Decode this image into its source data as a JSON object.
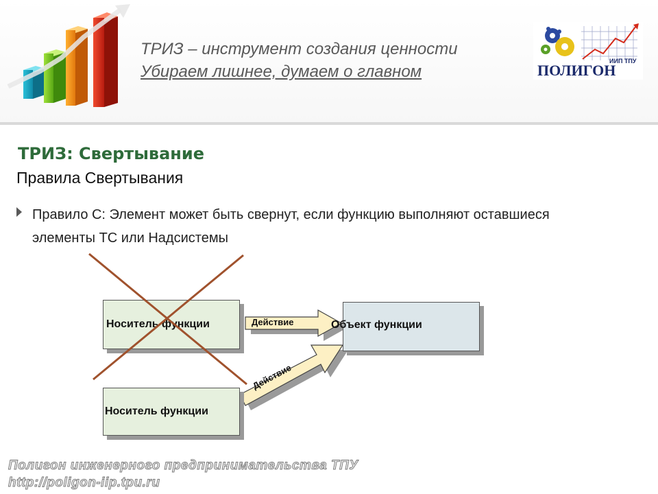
{
  "header": {
    "title": "ТРИЗ – инструмент создания ценности",
    "subtitle": "Убираем лишнее, думаем о главном"
  },
  "logo": {
    "name": "ПОЛИГОН",
    "tag": "ИИП ТПУ"
  },
  "section": {
    "title": "ТРИЗ: Свертывание",
    "subtitle": "Правила Свертывания"
  },
  "bullet": {
    "text": "Правило С: Элемент может быть свернут, если функцию выполняют оставшиеся элементы ТС или Надсистемы"
  },
  "diagram": {
    "carrier_top": "Носитель функции",
    "carrier_bottom": "Носитель функции",
    "object": "Объект функции",
    "action_top": "Действие",
    "action_bottom": "Действие",
    "colors": {
      "cross": "#a0522d",
      "carrier_fill": "#e6f0de",
      "object_fill": "#dce6ea",
      "arrow_fill": "#fdf0c4"
    }
  },
  "footer": {
    "line1": "Полигон инженерного предпринимательства ТПУ",
    "line2": "http://poligon-iip.tpu.ru"
  }
}
